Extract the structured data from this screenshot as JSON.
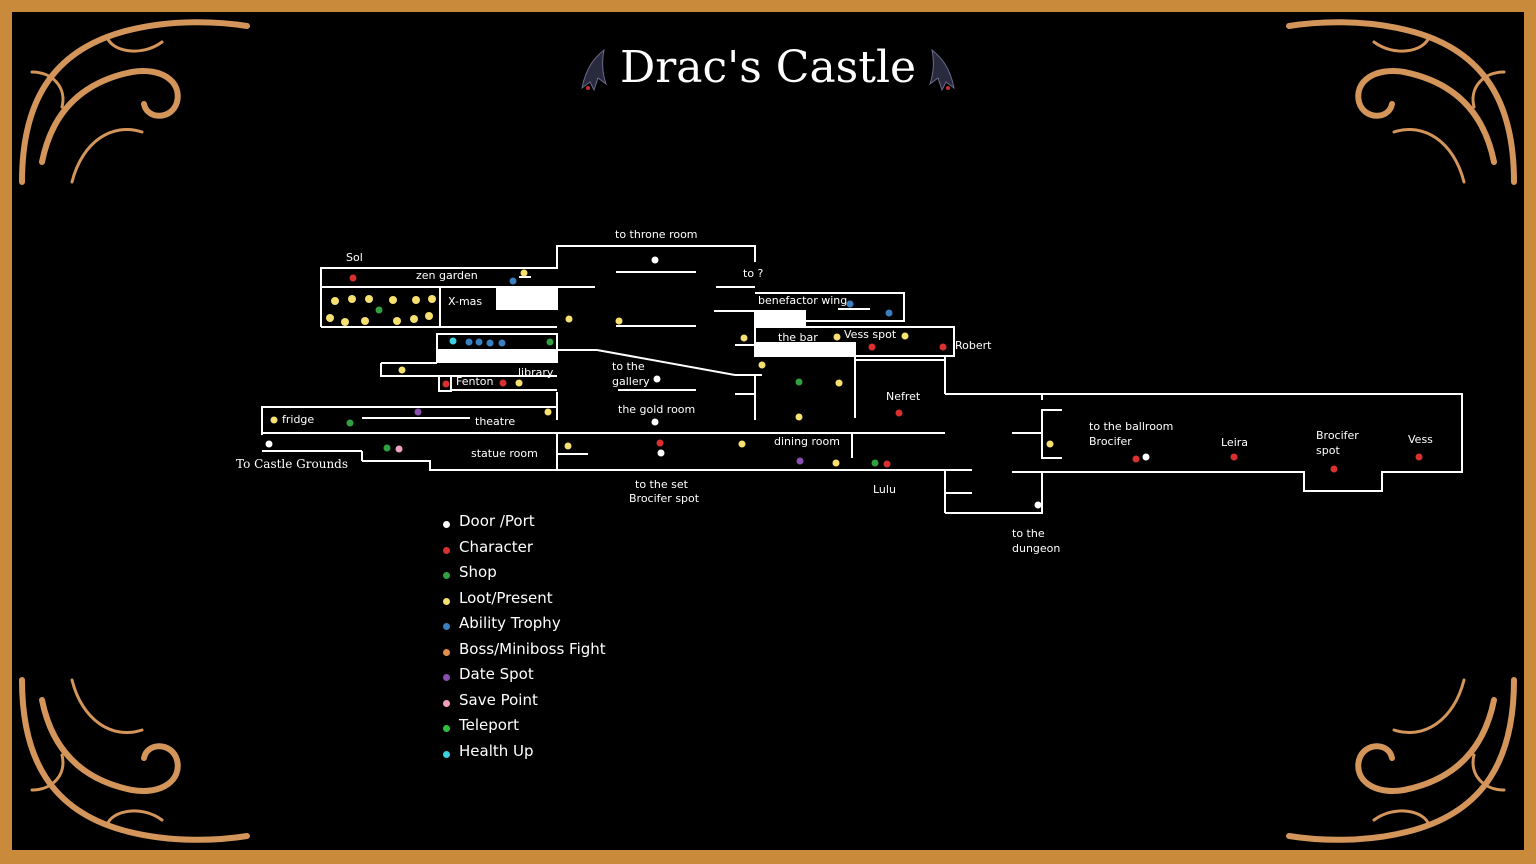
{
  "title": "Drac's Castle",
  "colors": {
    "door": "#ffffff",
    "character": "#d93030",
    "shop": "#30a040",
    "loot": "#f5e070",
    "ability": "#3a7fc0",
    "boss": "#e0904a",
    "date": "#8a50b0",
    "save": "#f0a0c0",
    "teleport": "#30c040",
    "health": "#40d0e0",
    "frame": "#c98a3c",
    "ornament": "#d4955a"
  },
  "labels": {
    "to_throne_room": "to throne room",
    "sol": "Sol",
    "zen_garden": "zen garden",
    "x_mas": "X-mas",
    "to_q": "to ?",
    "benefactor_wing": "benefactor wing",
    "the_bar": "the bar",
    "vess_spot": "Vess spot",
    "robert": "Robert",
    "library": "library",
    "fenton": "Fenton",
    "to_the_gallery_1": "to the",
    "to_the_gallery_2": "gallery",
    "nefret": "Nefret",
    "fridge": "fridge",
    "theatre": "theatre",
    "the_gold_room": "the gold room",
    "to_ballroom_1": "to the ballroom",
    "to_ballroom_2": "Brocifer",
    "leira": "Leira",
    "brocifer_spot_1": "Brocifer",
    "brocifer_spot_2": "spot",
    "vess": "Vess",
    "dining_room": "dining room",
    "statue_room": "statue room",
    "to_castle_grounds": "To Castle Grounds",
    "to_set_1": "to the set",
    "to_set_2": "Brocifer spot",
    "lulu": "Lulu",
    "to_dungeon_1": "to the",
    "to_dungeon_2": "dungeon"
  },
  "legend": [
    {
      "label": "Door /Port",
      "color": "#ffffff"
    },
    {
      "label": "Character",
      "color": "#d93030"
    },
    {
      "label": "Shop",
      "color": "#30a040"
    },
    {
      "label": "Loot/Present",
      "color": "#f5e070"
    },
    {
      "label": "Ability Trophy",
      "color": "#3a7fc0"
    },
    {
      "label": "Boss/Miniboss Fight",
      "color": "#e0904a"
    },
    {
      "label": "Date Spot",
      "color": "#8a50b0"
    },
    {
      "label": "Save Point",
      "color": "#f0a0c0"
    },
    {
      "label": "Teleport",
      "color": "#30c040"
    },
    {
      "label": "Health Up",
      "color": "#40d0e0"
    }
  ]
}
